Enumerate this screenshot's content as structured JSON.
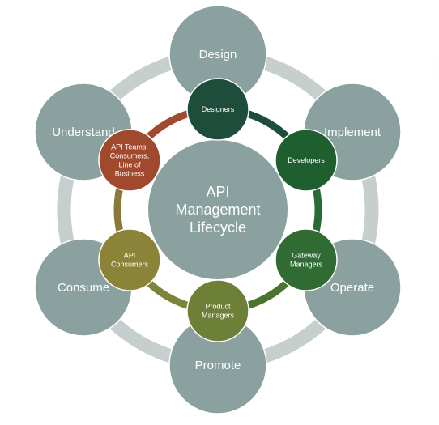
{
  "center": {
    "lines": [
      "API",
      "Management",
      "Lifecycle"
    ],
    "color": "#8aa19f"
  },
  "outer_ring_color": "#c6cfcd",
  "outer_nodes": [
    {
      "id": "design",
      "label": "Design",
      "color": "#8aa19f"
    },
    {
      "id": "implement",
      "label": "Implement",
      "color": "#8aa19f"
    },
    {
      "id": "operate",
      "label": "Operate",
      "color": "#8aa19f"
    },
    {
      "id": "promote",
      "label": "Promote",
      "color": "#8aa19f"
    },
    {
      "id": "consume",
      "label": "Consume",
      "color": "#8aa19f"
    },
    {
      "id": "understand",
      "label": "Understand",
      "color": "#8aa19f"
    }
  ],
  "inner_nodes": [
    {
      "id": "designers",
      "lines": [
        "Designers"
      ],
      "color": "#1f4d3b"
    },
    {
      "id": "developers",
      "lines": [
        "Developers"
      ],
      "color": "#1f5e2e"
    },
    {
      "id": "gateway-managers",
      "lines": [
        "Gateway",
        "Managers"
      ],
      "color": "#2f6b32"
    },
    {
      "id": "product-managers",
      "lines": [
        "Product",
        "Managers"
      ],
      "color": "#6e7f37"
    },
    {
      "id": "api-consumers",
      "lines": [
        "API",
        "Consumers"
      ],
      "color": "#8a8338"
    },
    {
      "id": "api-teams",
      "lines": [
        "API Teams,",
        "Consumers,",
        "Line of",
        "Business"
      ],
      "color": "#a0492c"
    }
  ],
  "inner_arcs": [
    {
      "color": "#1f4d3b"
    },
    {
      "color": "#2a6a33"
    },
    {
      "color": "#4a7430"
    },
    {
      "color": "#7d833a"
    },
    {
      "color": "#8a7a3a"
    },
    {
      "color": "#a0492c"
    }
  ],
  "icons": {
    "corner": "dots-icon"
  }
}
